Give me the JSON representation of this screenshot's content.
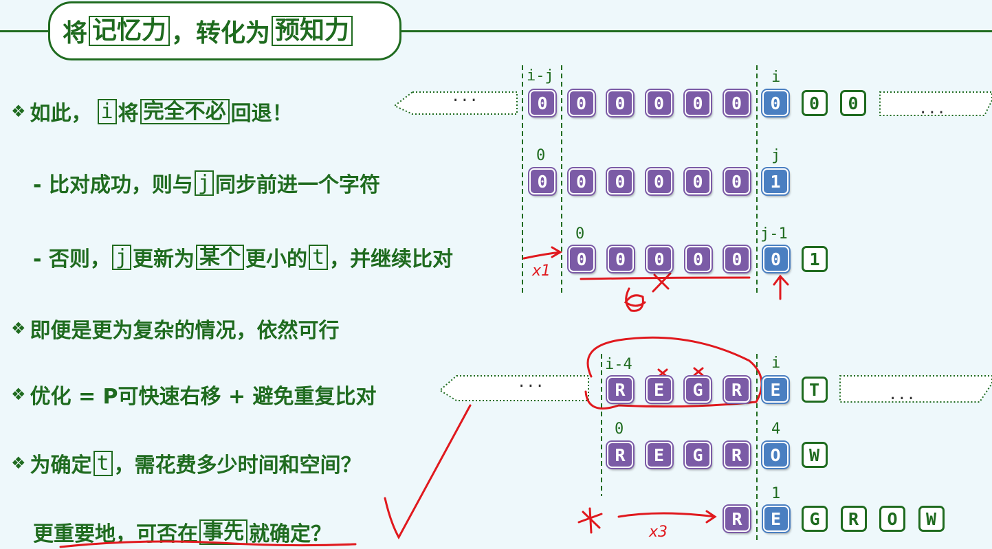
{
  "title": {
    "part1": "将",
    "box1": "记忆力",
    "part2": "，转化为",
    "box2": "预知力"
  },
  "bullets": [
    {
      "sym": "❖",
      "a": "如此，",
      "b": "i",
      "c": "将",
      "d": "完全不必",
      "e": "回退！"
    },
    {
      "a": "-  比对成功，则与",
      "b": "j",
      "c": "同步前进一个字符"
    },
    {
      "a": "-  否则，",
      "b": "j",
      "c": "更新为",
      "d": "某个",
      "e": "更小的",
      "f": "t",
      "g": "，并继续比对"
    },
    {
      "sym": "❖",
      "a": "即便是更为复杂的情况，依然可行"
    },
    {
      "sym": "❖",
      "a": "优化 = P可快速右移 + 避免重复比对"
    },
    {
      "sym": "❖",
      "a": "为确定",
      "b": "t",
      "c": "，需花费多少时间和空间？"
    },
    {
      "a": "更重要地，可否在",
      "b": "事先",
      "c": "就确定？"
    }
  ],
  "ellipsis": "...",
  "ex1": {
    "labels": {
      "i_j": "i-j",
      "i": "i",
      "zero": "0",
      "j": "j",
      "zero2": "0",
      "j_1": "j-1"
    },
    "row1": [
      "0",
      "0",
      "0",
      "0",
      "0",
      "0",
      "0",
      "0",
      "0"
    ],
    "row2": [
      "0",
      "0",
      "0",
      "0",
      "0",
      "0",
      "1"
    ],
    "row3": [
      "0",
      "0",
      "0",
      "0",
      "0",
      "0",
      "1"
    ]
  },
  "ex2": {
    "labels": {
      "i_4": "i-4",
      "i": "i",
      "zero": "0",
      "four": "4",
      "one": "1"
    },
    "row1": [
      "R",
      "E",
      "G",
      "R",
      "E",
      "T"
    ],
    "row2": [
      "R",
      "E",
      "G",
      "R",
      "O",
      "W"
    ],
    "row3": [
      "R",
      "E",
      "G",
      "R",
      "O",
      "W"
    ]
  },
  "annotations": {
    "x1": "x1",
    "x3": "x3"
  },
  "colors": {
    "green": "#1f6b1f",
    "purple": "#7b5ba6",
    "blue": "#4a7fc1",
    "red": "#e0191e",
    "bg": "#eef8fb"
  }
}
